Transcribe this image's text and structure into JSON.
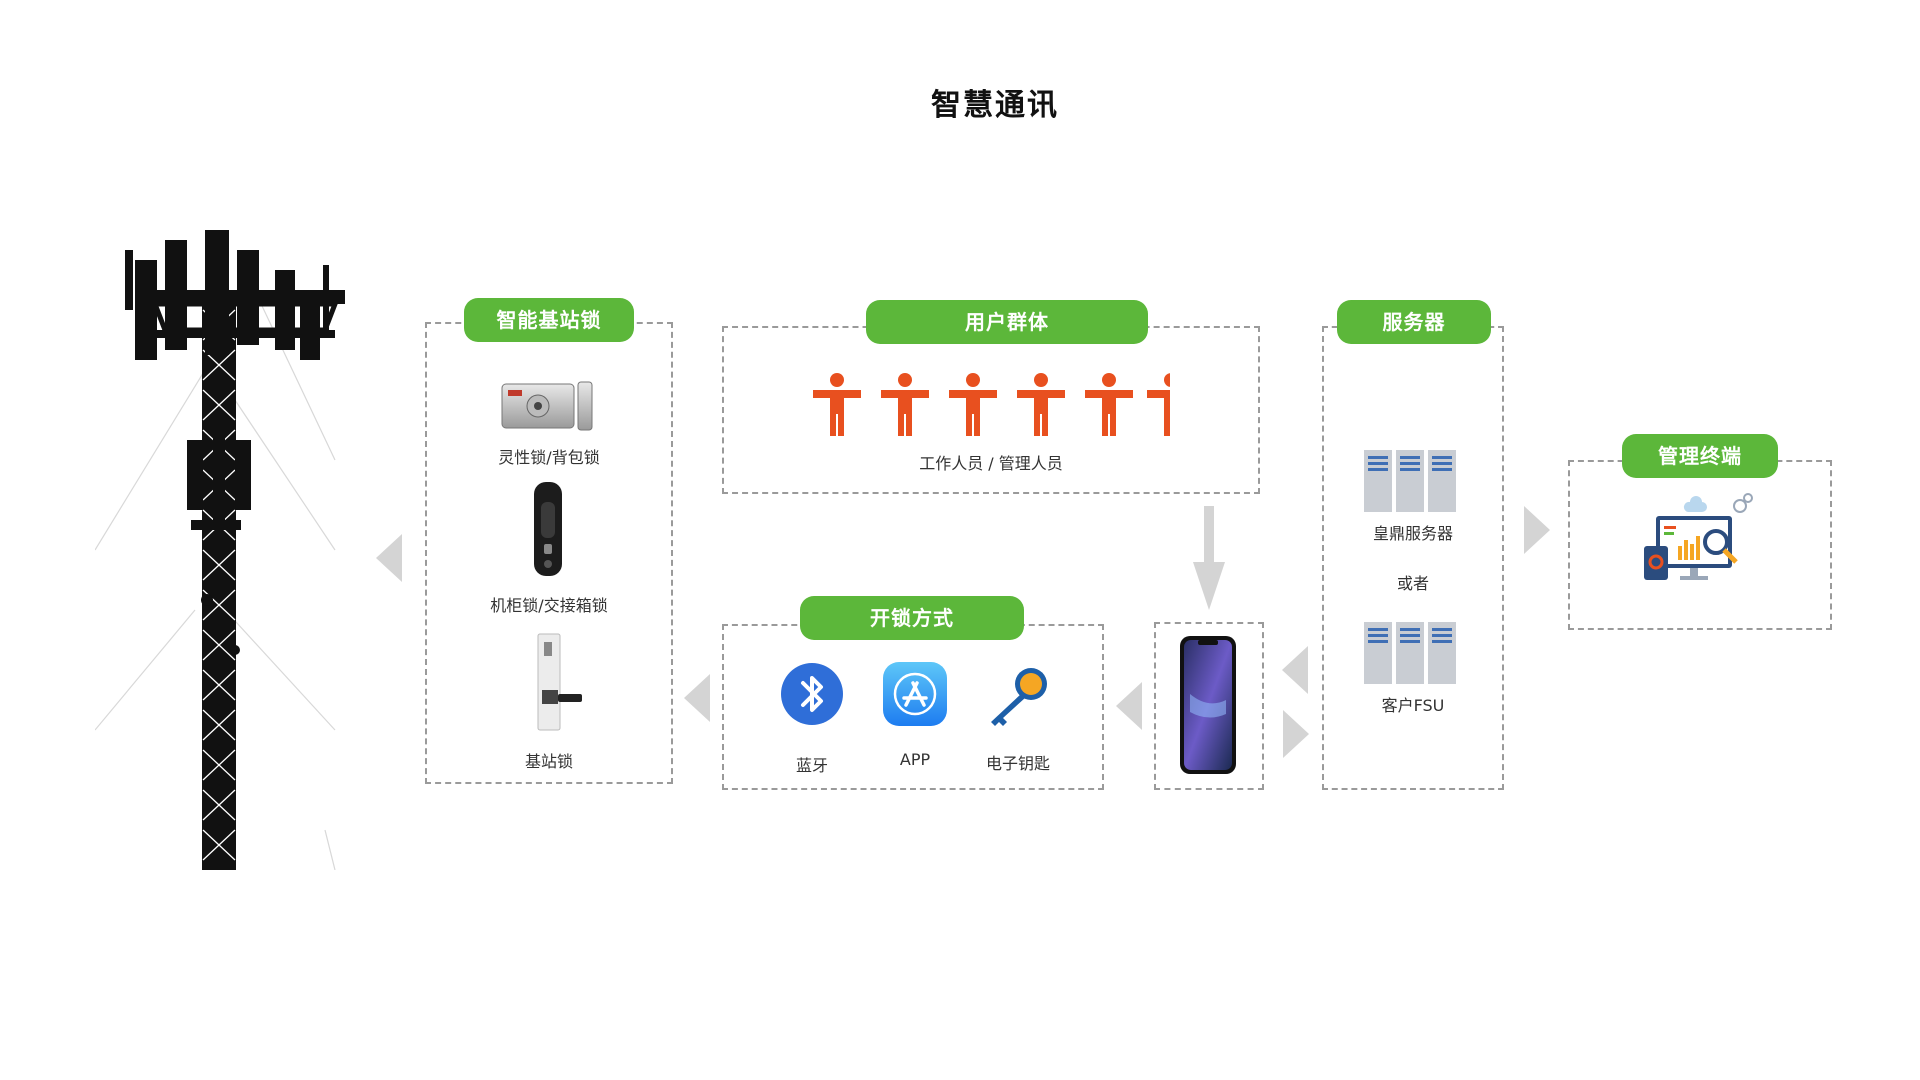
{
  "title": "智慧通讯",
  "sections": {
    "smart_lock": {
      "header": "智能基站锁",
      "items": [
        "灵性锁/背包锁",
        "机柜锁/交接箱锁",
        "基站锁"
      ]
    },
    "user_group": {
      "header": "用户群体",
      "caption": "工作人员 / 管理人员",
      "person_count": 6,
      "person_color": "#e8501f"
    },
    "server": {
      "header": "服务器",
      "items": [
        "皇鼎服务器",
        "或者",
        "客户FSU"
      ]
    },
    "management": {
      "header": "管理终端"
    },
    "unlock_method": {
      "header": "开锁方式",
      "items": [
        "蓝牙",
        "APP",
        "电子钥匙"
      ]
    }
  },
  "colors": {
    "accent_green": "#5cb73a",
    "arrow_gray": "#d4d4d4",
    "dash_border": "#9a9a9a"
  },
  "icons": [
    "cell-tower-icon",
    "server-rack-icon",
    "dashboard-monitor-icon",
    "bluetooth-icon",
    "app-store-icon",
    "electronic-key-icon",
    "smartphone-icon"
  ]
}
